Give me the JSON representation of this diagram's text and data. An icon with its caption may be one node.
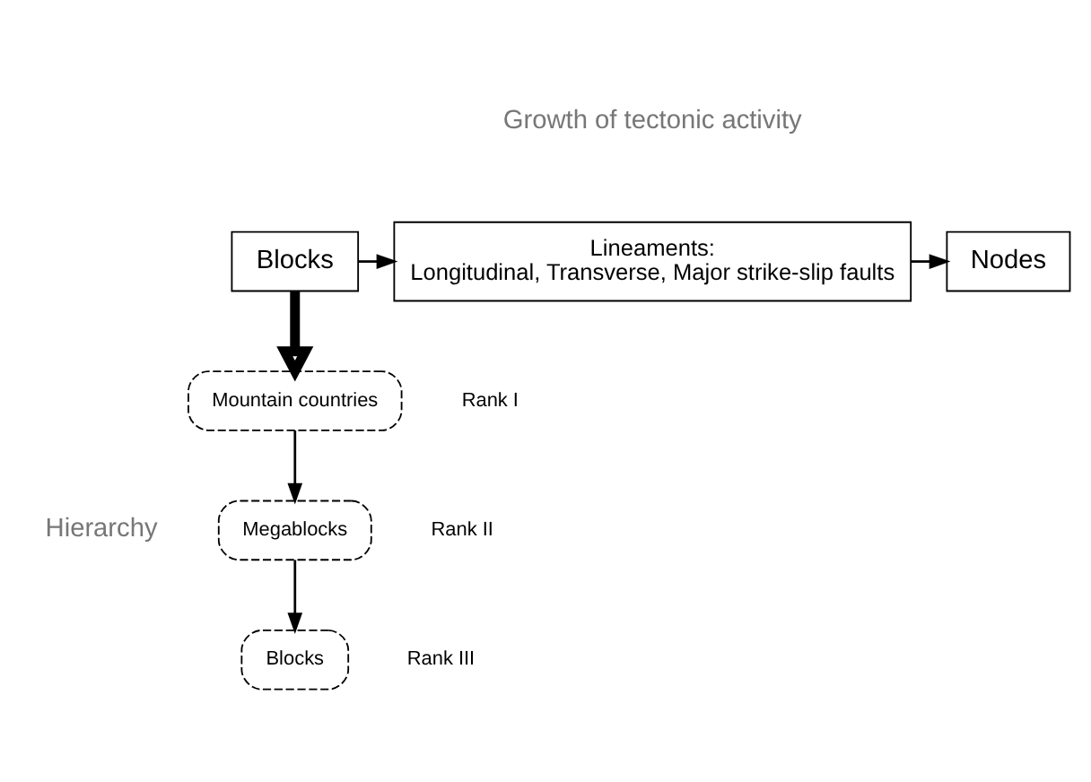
{
  "diagram": {
    "nodes": [
      {
        "text": [
          "Blocks"
        ]
      },
      {
        "text": [
          "Lineaments:",
          "Longitudinal, Transverse, Major strike-slip faults"
        ]
      },
      {
        "text": [
          "Nodes"
        ]
      },
      {
        "text": [
          "Mountain countries"
        ],
        "beside": [
          "Rank I"
        ]
      },
      {
        "text": [
          "Megablocks"
        ],
        "beside": [
          "Rank II"
        ]
      },
      {
        "text": [
          "Blocks"
        ],
        "beside": [
          "Rank III"
        ]
      }
    ],
    "edges": [
      {
        "from": 0,
        "to": 1,
        "arrow": "to"
      },
      {
        "from": 1,
        "to": 2,
        "arrow": "to"
      },
      {
        "from": 0,
        "to": 3,
        "arrow": "to",
        "style": "thick"
      },
      {
        "from": 3,
        "to": 4,
        "arrow": "to"
      },
      {
        "from": 4,
        "to": 5,
        "arrow": "to"
      }
    ],
    "labels": [
      "Growth of tectonic activity",
      "Hierarchy"
    ]
  }
}
